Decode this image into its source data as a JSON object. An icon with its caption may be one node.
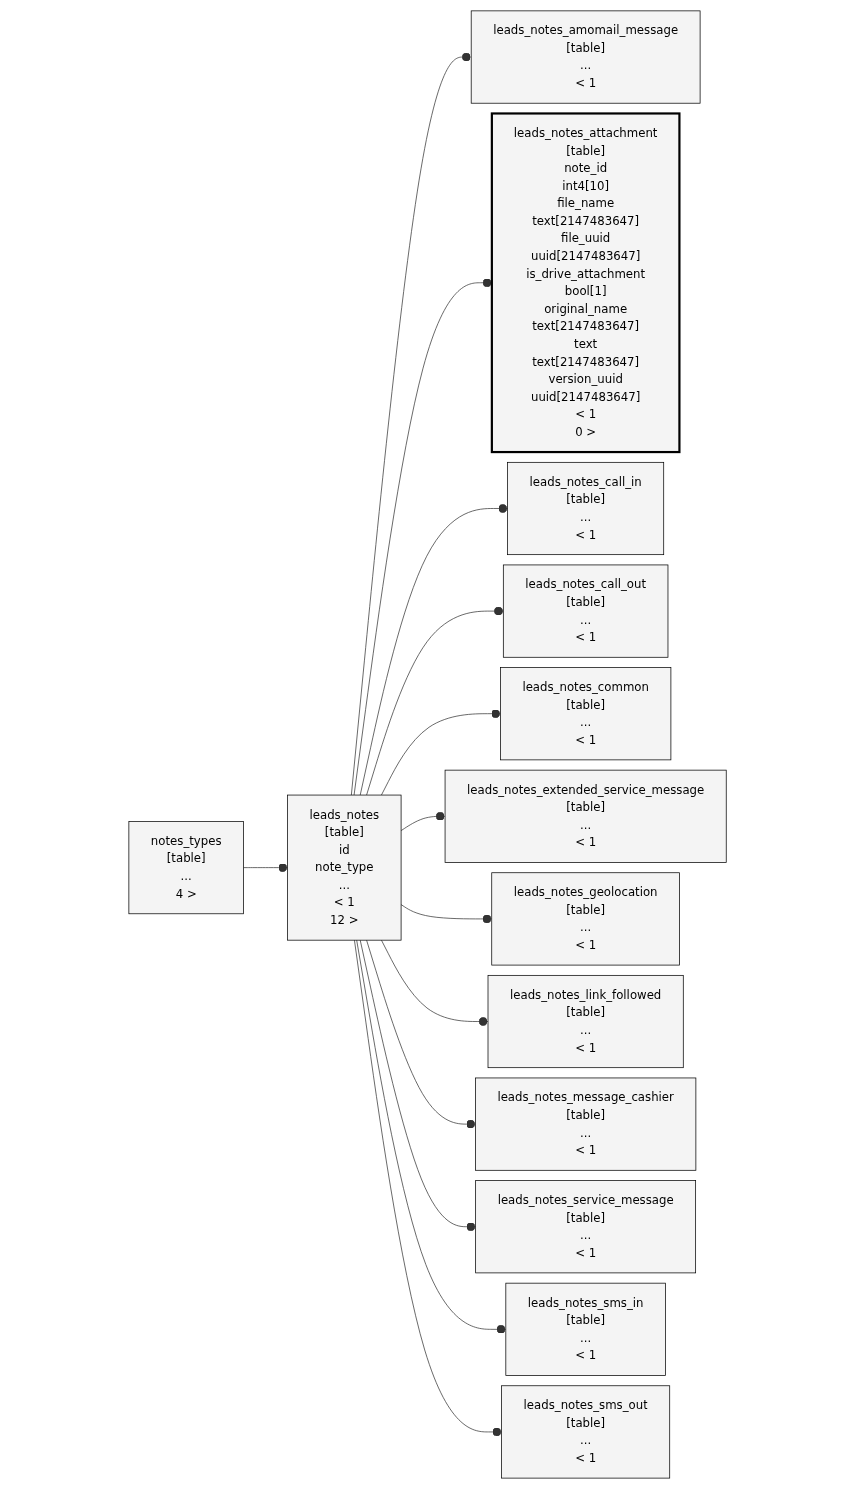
{
  "diagram": {
    "nodes": [
      {
        "text": [
          "notes_types",
          "[table]",
          "...",
          "4 >"
        ]
      },
      {
        "text": [
          "leads_notes",
          "[table]",
          "id",
          "note_type",
          "...",
          "< 1",
          "12 >"
        ]
      },
      {
        "text": [
          "leads_notes_amomail_message",
          "[table]",
          "...",
          "< 1"
        ]
      },
      {
        "text": [
          "leads_notes_attachment",
          "[table]",
          "note_id",
          "int4[10]",
          "file_name",
          "text[2147483647]",
          "file_uuid",
          "uuid[2147483647]",
          "is_drive_attachment",
          "bool[1]",
          "original_name",
          "text[2147483647]",
          "text",
          "text[2147483647]",
          "version_uuid",
          "uuid[2147483647]",
          "< 1",
          "0 >"
        ]
      },
      {
        "text": [
          "leads_notes_call_in",
          "[table]",
          "...",
          "< 1"
        ]
      },
      {
        "text": [
          "leads_notes_call_out",
          "[table]",
          "...",
          "< 1"
        ]
      },
      {
        "text": [
          "leads_notes_common",
          "[table]",
          "...",
          "< 1"
        ]
      },
      {
        "text": [
          "leads_notes_extended_service_message",
          "[table]",
          "...",
          "< 1"
        ]
      },
      {
        "text": [
          "leads_notes_geolocation",
          "[table]",
          "...",
          "< 1"
        ]
      },
      {
        "text": [
          "leads_notes_link_followed",
          "[table]",
          "...",
          "< 1"
        ]
      },
      {
        "text": [
          "leads_notes_message_cashier",
          "[table]",
          "...",
          "< 1"
        ]
      },
      {
        "text": [
          "leads_notes_service_message",
          "[table]",
          "...",
          "< 1"
        ]
      },
      {
        "text": [
          "leads_notes_sms_in",
          "[table]",
          "...",
          "< 1"
        ]
      },
      {
        "text": [
          "leads_notes_sms_out",
          "[table]",
          "...",
          "< 1"
        ]
      }
    ],
    "edges": [
      {
        "from": 0,
        "to": 1,
        "arrow": "other"
      },
      {
        "from": 1,
        "to": 2,
        "arrow": "other"
      },
      {
        "from": 1,
        "to": 3,
        "arrow": "other"
      },
      {
        "from": 1,
        "to": 4,
        "arrow": "other"
      },
      {
        "from": 1,
        "to": 5,
        "arrow": "other"
      },
      {
        "from": 1,
        "to": 6,
        "arrow": "other"
      },
      {
        "from": 1,
        "to": 7,
        "arrow": "other"
      },
      {
        "from": 1,
        "to": 8,
        "arrow": "other"
      },
      {
        "from": 1,
        "to": 9,
        "arrow": "other"
      },
      {
        "from": 1,
        "to": 10,
        "arrow": "other"
      },
      {
        "from": 1,
        "to": 11,
        "arrow": "other"
      },
      {
        "from": 1,
        "to": 12,
        "arrow": "other"
      },
      {
        "from": 1,
        "to": 13,
        "arrow": "other"
      }
    ]
  }
}
